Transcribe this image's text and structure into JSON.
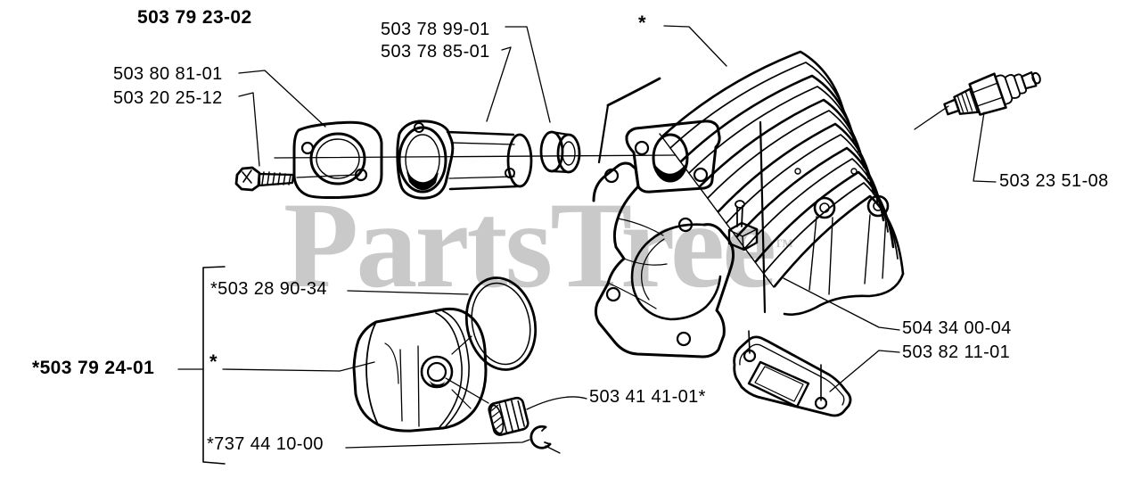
{
  "watermark": {
    "text": "PartsTree",
    "tm": "™",
    "color": "#c9c9c9"
  },
  "colors": {
    "line": "#000000",
    "background": "#ffffff",
    "watermark": "#c9c9c9"
  },
  "labels": {
    "assembly_group": {
      "text": "503 79 23-02"
    },
    "intake_flange": {
      "text": "503 80 81-01"
    },
    "flange_bolt": {
      "text": "503 20 25-12"
    },
    "manifold_seal": {
      "text": "503 78 99-01"
    },
    "intake_manifold": {
      "text": "503 78 85-01"
    },
    "cylinder_star": {
      "text": "*"
    },
    "spark_plug": {
      "text": "503 23 51-08"
    },
    "piston_ring": {
      "text": "*503 28 90-34"
    },
    "piston_assembly": {
      "text": "*503 79 24-01"
    },
    "piston_star": {
      "text": "*"
    },
    "needle_bearing": {
      "text": "503 41 41-01*"
    },
    "retaining_clip": {
      "text": "*737 44 10-00"
    },
    "cylinder": {
      "text": "504 34 00-04"
    },
    "exhaust_gasket": {
      "text": "503 82 11-01"
    }
  }
}
